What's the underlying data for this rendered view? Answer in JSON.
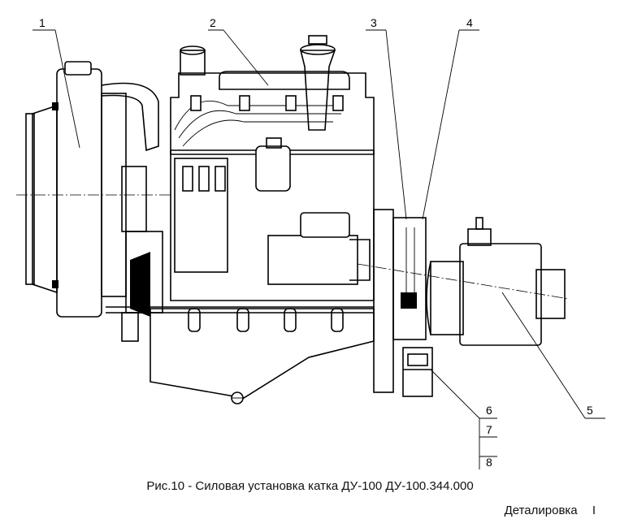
{
  "figure": {
    "caption": "Рис.10 - Силовая установка катка ДУ-100 ДУ-100.344.000",
    "footer_label": "Деталировка",
    "footer_mark": "I"
  },
  "callouts": [
    {
      "id": "1",
      "label": "1"
    },
    {
      "id": "2",
      "label": "2"
    },
    {
      "id": "3",
      "label": "3"
    },
    {
      "id": "4",
      "label": "4"
    },
    {
      "id": "5",
      "label": "5"
    },
    {
      "id": "6",
      "label": "6"
    },
    {
      "id": "7",
      "label": "7"
    },
    {
      "id": "8",
      "label": "8"
    }
  ]
}
